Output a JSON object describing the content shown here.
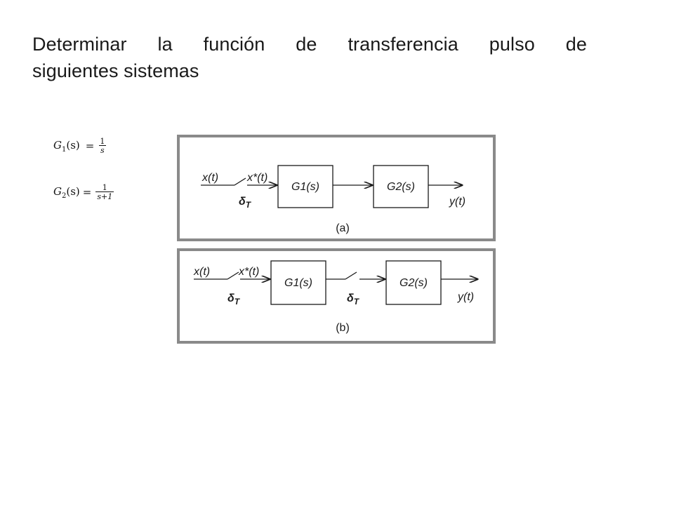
{
  "title": {
    "line1_words": [
      "Determinar",
      "la",
      "función",
      "de",
      "transferencia",
      "pulso",
      "de"
    ],
    "line2": "siguientes sistemas"
  },
  "formulas": {
    "g1": {
      "lhs": "G",
      "sub": "1",
      "arg": "(s)",
      "num": "1",
      "den": "s"
    },
    "g2": {
      "lhs": "G",
      "sub": "2",
      "arg": "(s)",
      "num": "1",
      "den": "s+1"
    }
  },
  "diagram_a": {
    "input": "x(t)",
    "sampled": "x*(t)",
    "sampler": "δ",
    "sampler_sub": "T",
    "block1": "G1(s)",
    "block2": "G2(s)",
    "output": "y(t)",
    "caption": "(a)"
  },
  "diagram_b": {
    "input": "x(t)",
    "sampled": "x*(t)",
    "sampler1": "δ",
    "sampler1_sub": "T",
    "block1": "G1(s)",
    "sampler2": "δ",
    "sampler2_sub": "T",
    "block2": "G2(s)",
    "output": "y(t)",
    "caption": "(b)"
  }
}
